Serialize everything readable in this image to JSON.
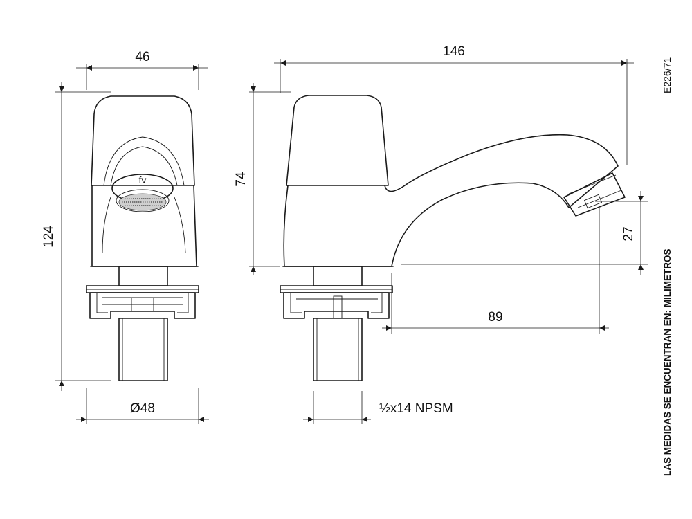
{
  "dimensions": {
    "front_width": "46",
    "front_height": "124",
    "base_diameter": "Ø48",
    "overall_length": "146",
    "body_height": "74",
    "spout_height": "27",
    "spout_reach": "89",
    "thread": "½x14 NPSM"
  },
  "drawing_code": "E226/71",
  "units_note": "LAS MEDIDAS SE ENCUENTRAN EN: MILIMETROS",
  "logo_text": "fv"
}
